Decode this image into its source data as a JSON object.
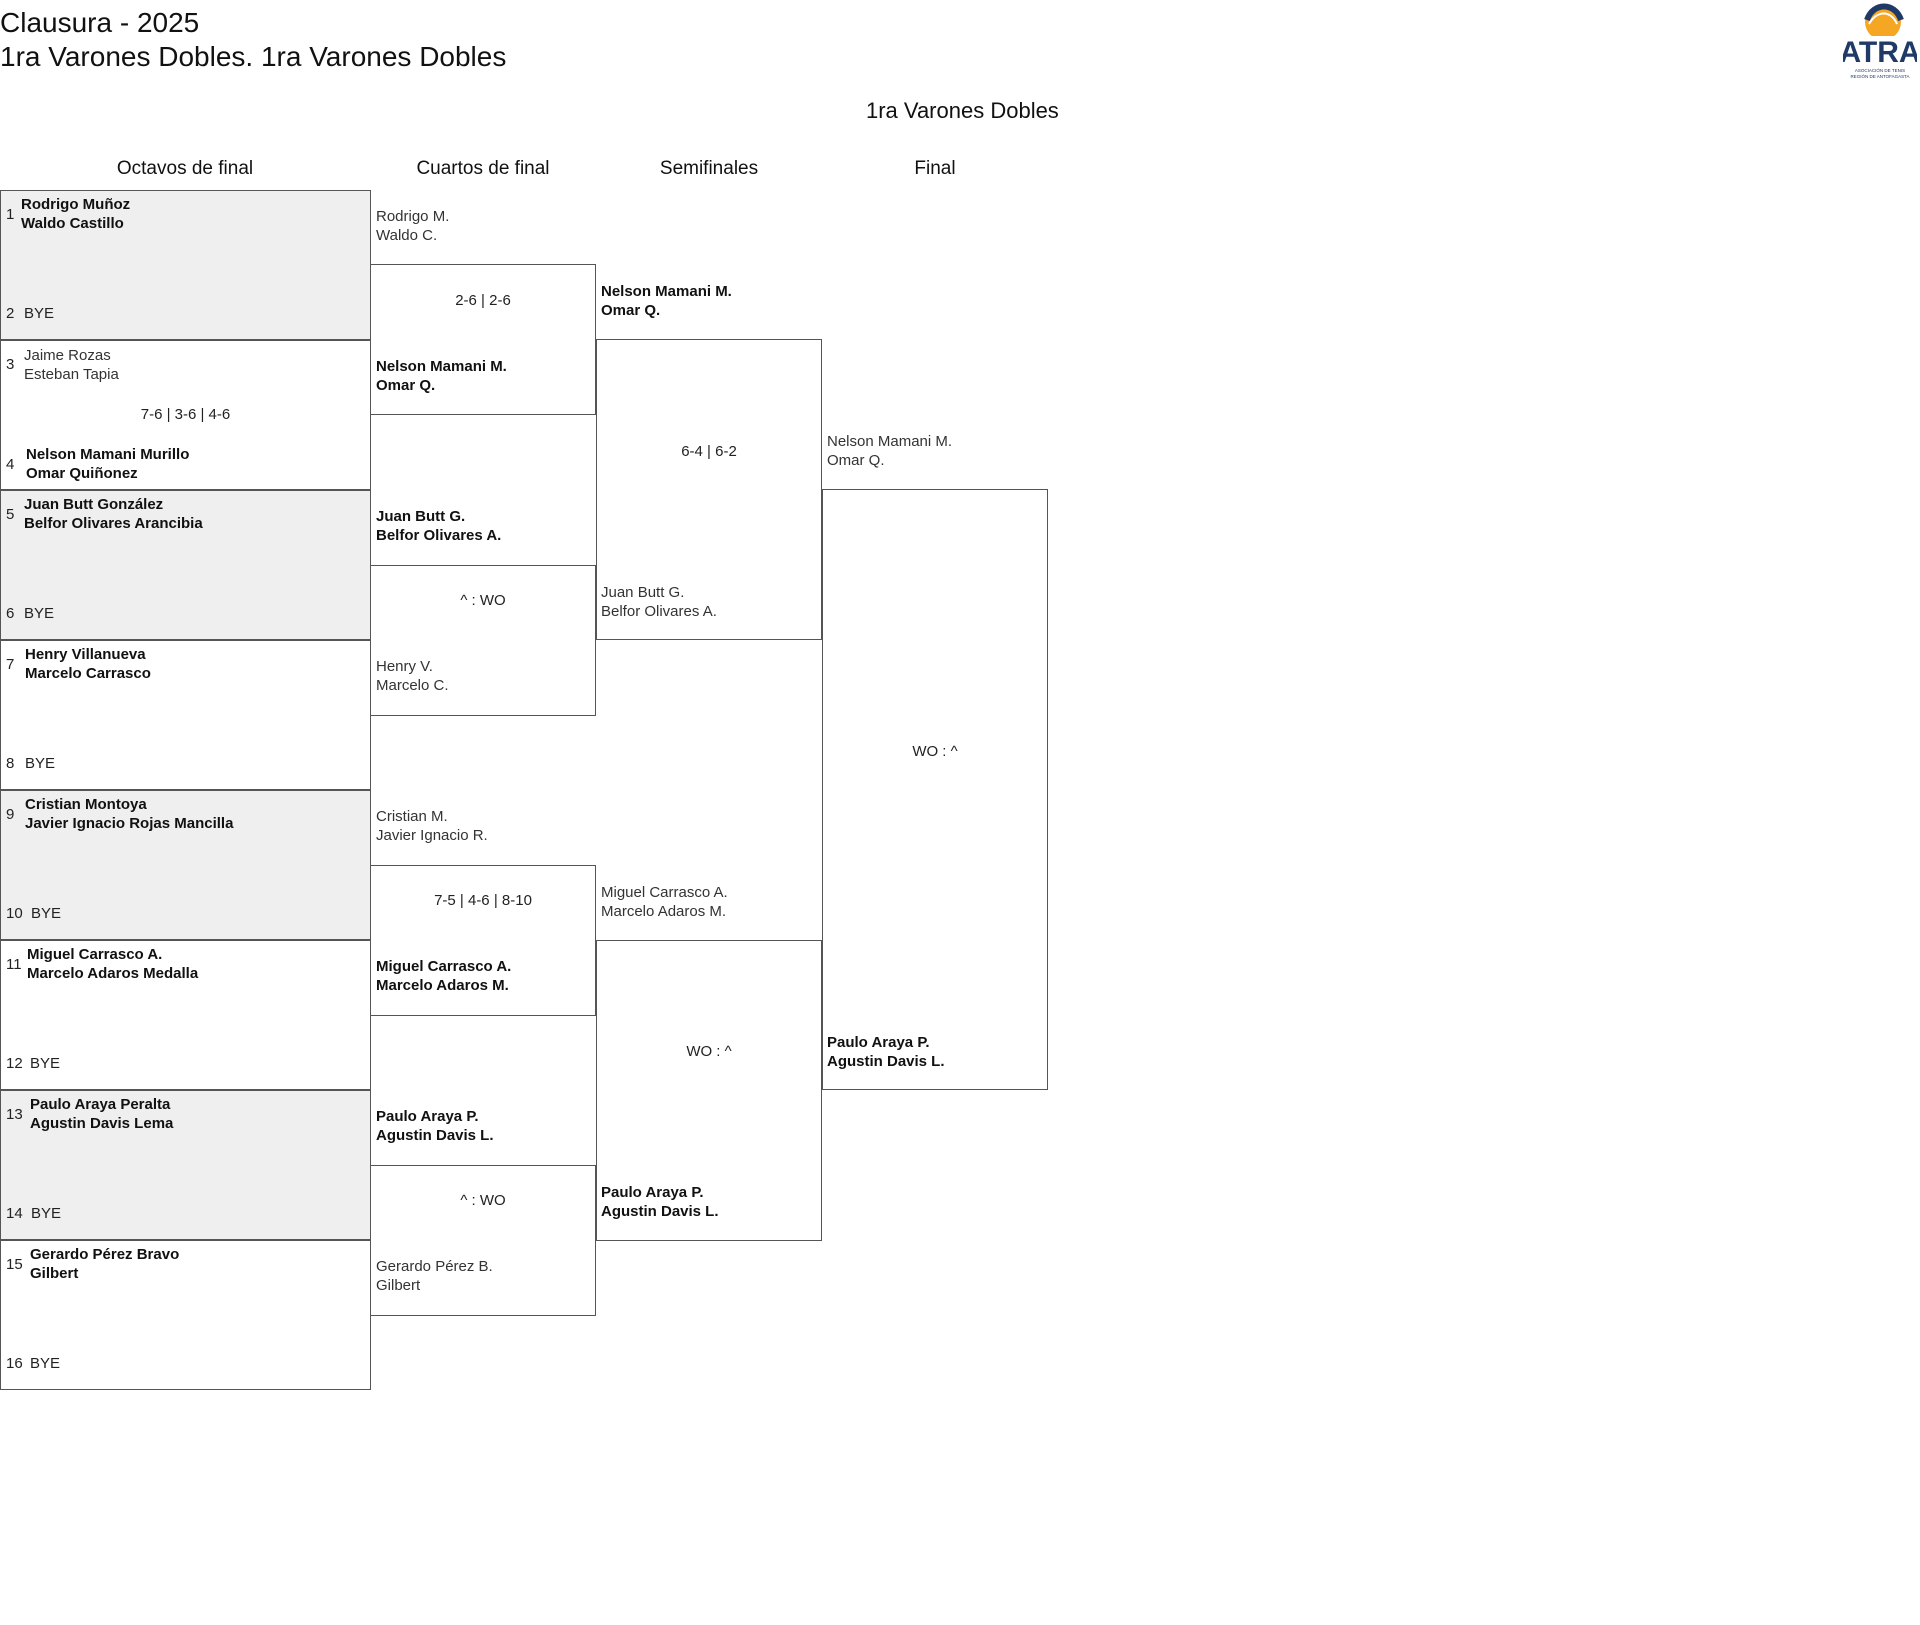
{
  "header": {
    "line1": "Clausura - 2025",
    "line2": "1ra Varones Dobles. 1ra Varones Dobles",
    "draw_title": "1ra Varones Dobles",
    "logo_text": "ATRA",
    "logo_subtext": "ASOCIACIÓN DE TENIS REGIÓN DE ANTOFAGASTA"
  },
  "rounds": [
    "Octavos de final",
    "Cuartos de final",
    "Semifinales",
    "Final"
  ],
  "r16": [
    {
      "seed": "1",
      "p1": "Rodrigo Muñoz",
      "p2": "Waldo Castillo",
      "bold": true
    },
    {
      "seed": "2",
      "bye": "BYE"
    },
    {
      "seed": "3",
      "p1": "Jaime Rozas",
      "p2": "Esteban Tapia",
      "bold": false
    },
    {
      "seed": "4",
      "p1": "Nelson Mamani Murillo",
      "p2": "Omar Quiñonez",
      "bold": true
    },
    {
      "seed": "5",
      "p1": "Juan Butt González",
      "p2": "Belfor Olivares Arancibia",
      "bold": true
    },
    {
      "seed": "6",
      "bye": "BYE"
    },
    {
      "seed": "7",
      "p1": "Henry Villanueva",
      "p2": "Marcelo Carrasco",
      "bold": true
    },
    {
      "seed": "8",
      "bye": "BYE"
    },
    {
      "seed": "9",
      "p1": "Cristian Montoya",
      "p2": "Javier Ignacio Rojas Mancilla",
      "bold": true
    },
    {
      "seed": "10",
      "bye": "BYE"
    },
    {
      "seed": "11",
      "p1": "Miguel Carrasco A.",
      "p2": "Marcelo Adaros Medalla",
      "bold": true
    },
    {
      "seed": "12",
      "bye": "BYE"
    },
    {
      "seed": "13",
      "p1": "Paulo Araya Peralta",
      "p2": "Agustin Davis Lema",
      "bold": true
    },
    {
      "seed": "14",
      "bye": "BYE"
    },
    {
      "seed": "15",
      "p1": "Gerardo Pérez Bravo",
      "p2": "Gilbert",
      "bold": true
    },
    {
      "seed": "16",
      "bye": "BYE"
    }
  ],
  "r16_scores": [
    "",
    "7-6 | 3-6 | 4-6",
    "",
    "",
    "",
    "",
    "",
    ""
  ],
  "qf": [
    {
      "p1": "Rodrigo M.",
      "p2": "Waldo C.",
      "bold": false
    },
    {
      "p1": "Nelson Mamani M.",
      "p2": "Omar Q.",
      "bold": true
    },
    {
      "p1": "Juan Butt G.",
      "p2": "Belfor Olivares A.",
      "bold": true
    },
    {
      "p1": "Henry V.",
      "p2": "Marcelo C.",
      "bold": false
    },
    {
      "p1": "Cristian M.",
      "p2": "Javier Ignacio R.",
      "bold": false
    },
    {
      "p1": "Miguel Carrasco A.",
      "p2": "Marcelo Adaros M.",
      "bold": true
    },
    {
      "p1": "Paulo Araya P.",
      "p2": "Agustin Davis L.",
      "bold": true
    },
    {
      "p1": "Gerardo Pérez B.",
      "p2": "Gilbert",
      "bold": false
    }
  ],
  "qf_scores": [
    "2-6 | 2-6",
    "^ : WO",
    "7-5 | 4-6 | 8-10",
    "^ : WO"
  ],
  "sf": [
    {
      "p1": "Nelson Mamani M.",
      "p2": "Omar Q.",
      "bold": true
    },
    {
      "p1": "Juan Butt G.",
      "p2": "Belfor Olivares A.",
      "bold": false
    },
    {
      "p1": "Miguel Carrasco A.",
      "p2": "Marcelo Adaros M.",
      "bold": false
    },
    {
      "p1": "Paulo Araya P.",
      "p2": "Agustin Davis L.",
      "bold": true
    }
  ],
  "sf_scores": [
    "6-4 | 6-2",
    "WO : ^"
  ],
  "final": [
    {
      "p1": "Nelson Mamani M.",
      "p2": "Omar Q.",
      "bold": false
    },
    {
      "p1": "Paulo Araya P.",
      "p2": "Agustin Davis L.",
      "bold": true
    }
  ],
  "final_score": "WO : ^",
  "colors": {
    "shade": "#efefef",
    "border": "#555555",
    "logo_navy": "#1f3a66",
    "logo_ball": "#f5a623"
  }
}
